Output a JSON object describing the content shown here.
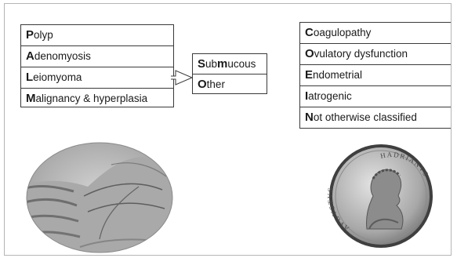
{
  "palm": [
    {
      "initial": "P",
      "rest": "olyp"
    },
    {
      "initial": "A",
      "rest": "denomyosis"
    },
    {
      "initial": "L",
      "rest": "eiomyoma"
    },
    {
      "initial": "M",
      "rest": "alignancy & hyperplasia"
    }
  ],
  "leiomyoma_subtypes": [
    {
      "p1": "S",
      "p2": "ub",
      "p3": "m",
      "p4": "ucous"
    },
    {
      "p1": "O",
      "p2": "ther",
      "p3": "",
      "p4": ""
    }
  ],
  "coein": [
    {
      "initial": "C",
      "rest": "oagulopathy"
    },
    {
      "initial": "O",
      "rest": "vulatory dysfunction"
    },
    {
      "initial": "E",
      "rest": "ndometrial"
    },
    {
      "initial": "I",
      "rest": "atrogenic"
    },
    {
      "initial": "N",
      "rest": "ot otherwise classified"
    }
  ],
  "coin_legend": {
    "left": "AVGVSTVS",
    "right": "HADRIANVS"
  },
  "icons": {
    "palm_photo": "palm-of-hand",
    "coin_photo": "roman-coin"
  },
  "colors": {
    "border": "#3a3a3a",
    "text": "#1a1a1a",
    "frame": "#b5b5b5"
  }
}
